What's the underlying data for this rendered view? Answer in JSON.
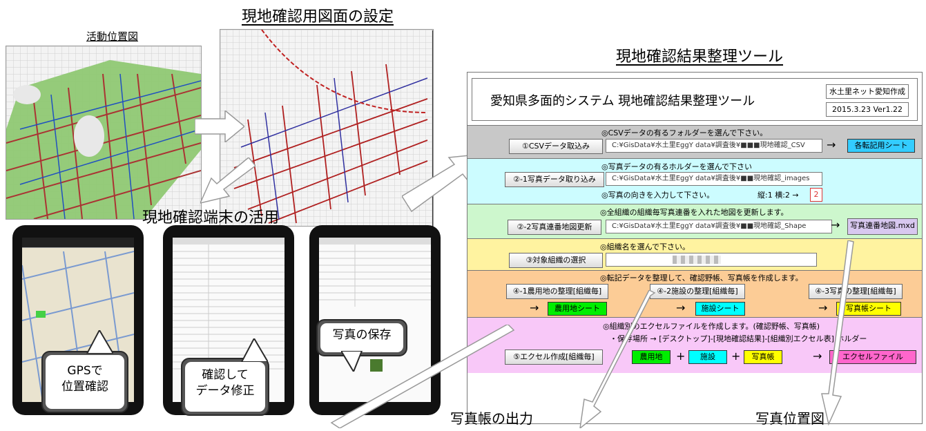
{
  "labels": {
    "activity_map": "活動位置図",
    "field_map_settings": "現地確認用図面の設定",
    "terminal_use": "現地確認端末の活用",
    "tool_title": "現地確認結果整理ツール",
    "photo_book_output": "写真帳の出力",
    "photo_location_map": "写真位置図"
  },
  "bubbles": {
    "gps": [
      "GPSで",
      "位置確認"
    ],
    "edit": [
      "確認して",
      "データ修正"
    ],
    "photo": "写真の保存"
  },
  "tool": {
    "header_title": "愛知県多面的システム 現地確認結果整理ツール",
    "author": "水土里ネット愛知作成",
    "version": "2015.3.23 Ver1.22",
    "row1": {
      "instruction": "◎CSVデータの有るフォルダーを選んで下さい。",
      "button": "①CSVデータ取込み",
      "path": "C:¥GisData¥水土里EggY data¥調査後¥■■■現地確認_CSV",
      "arrow": "→",
      "output": "各転記用シート"
    },
    "row2": {
      "instruction": "◎写真データの有るホルダーを選んで下さい",
      "button": "②-1写真データ取り込み",
      "path": "C:¥GisData¥水土里EggY data¥調査後¥■■現地確認_images",
      "orientation_label": "◎写真の向きを入力して下さい。",
      "orientation_options": "縦:1 横:2 →",
      "orientation_value": "2"
    },
    "row3": {
      "instruction": "◎全組織の組織毎写真連番を入れた地図を更新します。",
      "button": "②-2写真連番地図更新",
      "path": "C:¥GisData¥水土里EggY data¥調査後¥■■現地確認_Shape",
      "arrow": "→",
      "output": "写真連番地図.mxd"
    },
    "row4": {
      "instruction": "◎組織名を選んで下さい。",
      "button": "③対象組織の選択"
    },
    "row5": {
      "instruction": "◎転記データを整理して、確認野帳、写真帳を作成します。",
      "button1": "④-1農用地の整理[組織毎]",
      "button2": "④-2施設の整理[組織毎]",
      "button3": "④-3写真の整理[組織毎]",
      "arrow": "→",
      "sheet1": "農用地シート",
      "sheet2": "施設シート",
      "sheet3": "写真帳シート"
    },
    "row6": {
      "instruction": "◎組織別のエクセルファイルを作成します。(確認野帳、写真帳)",
      "location": "・保存場所 → [デスクトップ]-[現地確認結果]-[組織別エクセル表] ホルダー",
      "button": "⑤エクセル作成[組織毎]",
      "part1": "農用地",
      "plus": "+",
      "part2": "施設",
      "part3": "写真帳",
      "arrow": "→",
      "output": "エクセルファイル"
    }
  },
  "colors": {
    "band1": "#c8c8c8",
    "band2": "#ccfcff",
    "band3": "#cdf7cd",
    "band4": "#fff3a0",
    "band5": "#fccc96",
    "band6": "#f8c8f8",
    "blue_tag": "#33ccff",
    "green_tag": "#00ee00",
    "cyan_tag": "#00ffff",
    "yellow_tag": "#ffff00",
    "pink_tag": "#ff66cc"
  }
}
